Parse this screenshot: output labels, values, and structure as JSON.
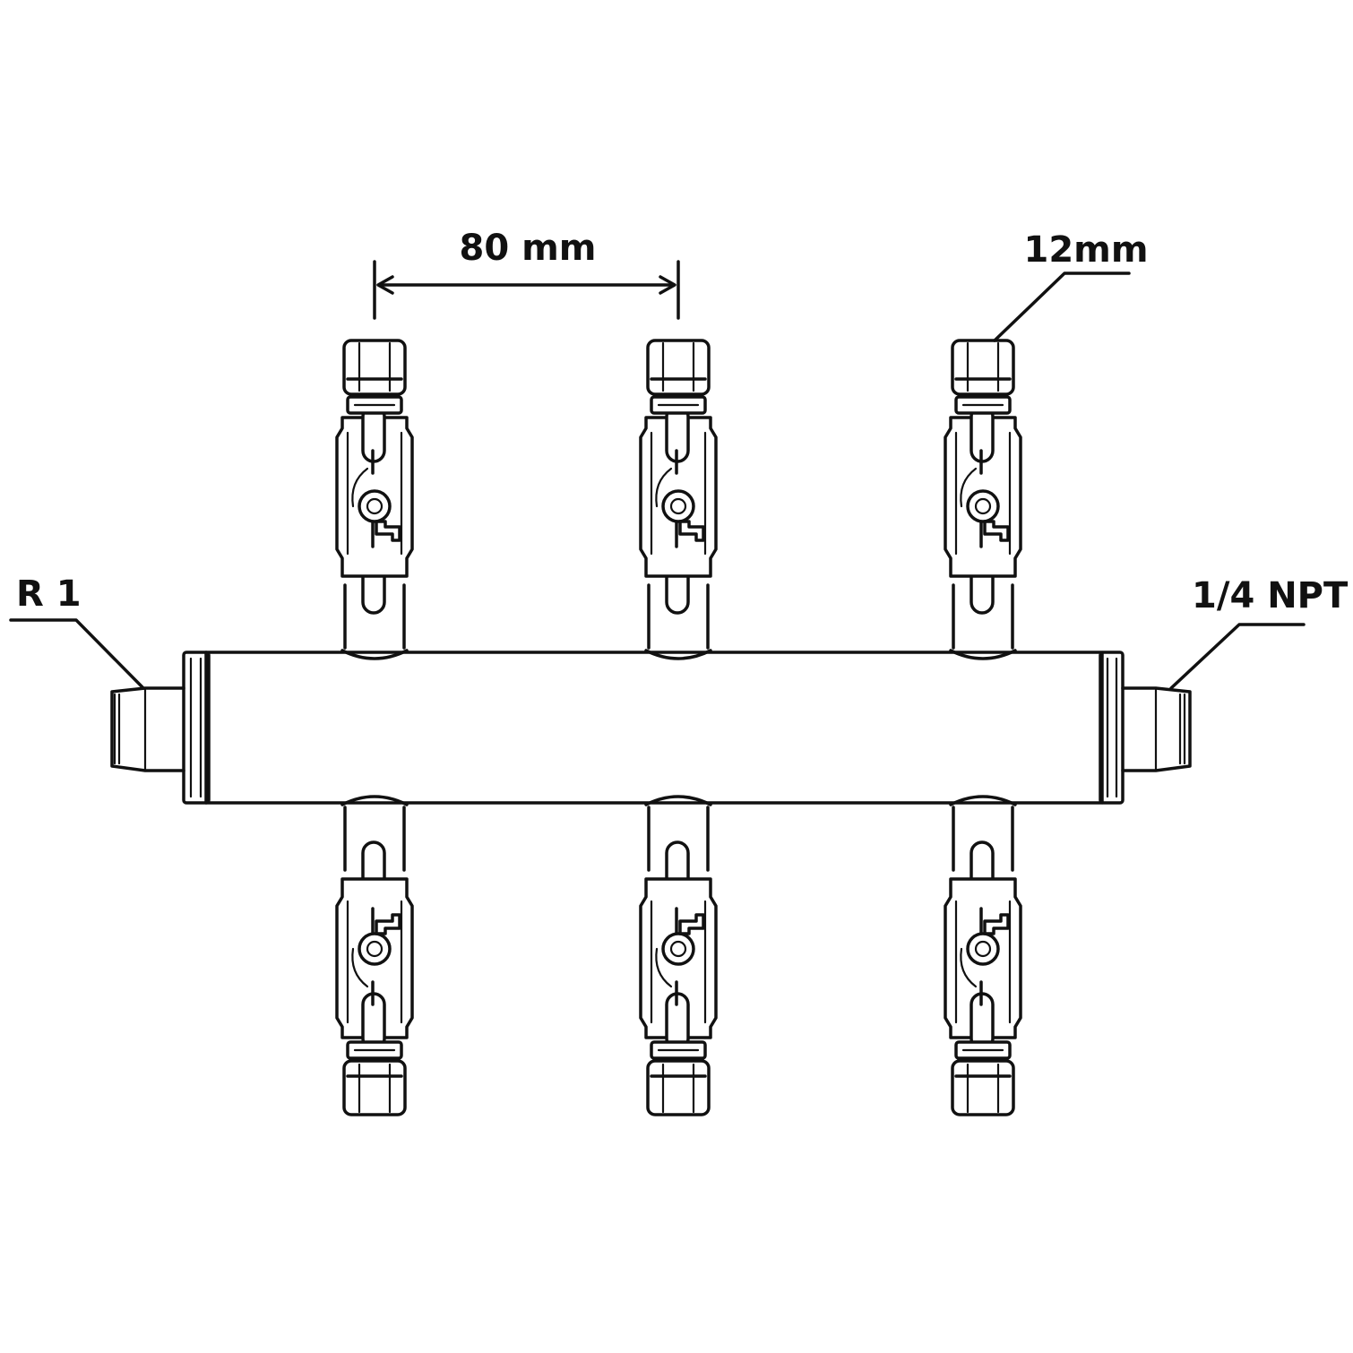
{
  "labels": {
    "spacing": "80 mm",
    "outlet_size": "12mm",
    "inlet_thread": "R 1",
    "end_thread": "1/4 NPT"
  },
  "colors": {
    "line": "#111111",
    "background": "#ffffff"
  },
  "outlets": {
    "top_count": 3,
    "bottom_count": 3
  }
}
